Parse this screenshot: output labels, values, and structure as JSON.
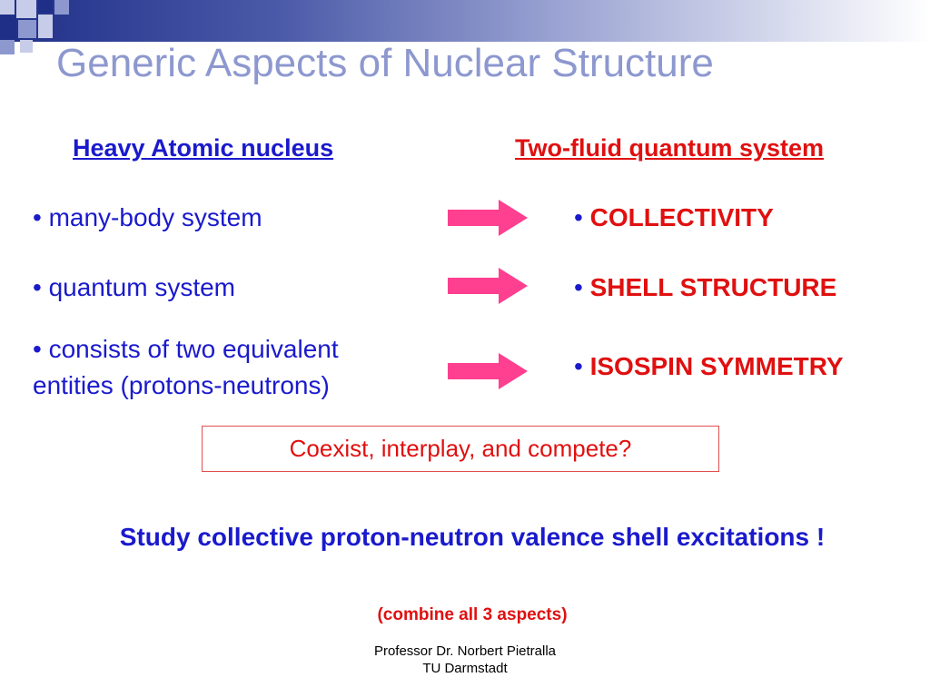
{
  "slide": {
    "title": "Generic Aspects of Nuclear Structure",
    "left_heading": "Heavy Atomic nucleus",
    "right_heading": "Two-fluid quantum system",
    "left_items": [
      "• many-body system",
      "• quantum system",
      "• consists of two equivalent entities (protons-neutrons)"
    ],
    "right_items": [
      {
        "bullet": "• ",
        "text": "COLLECTIVITY"
      },
      {
        "bullet": "• ",
        "text": "SHELL STRUCTURE"
      },
      {
        "bullet": "• ",
        "text": "ISOSPIN SYMMETRY"
      }
    ],
    "coexist": "Coexist, interplay, and compete?",
    "study": "Study collective proton-neutron valence shell excitations !",
    "combine": "(combine all 3 aspects)",
    "footer_line1": "Professor Dr. Norbert Pietralla",
    "footer_line2": "TU Darmstadt"
  },
  "colors": {
    "title": "#8d98cf",
    "heading_left": "#1a1acc",
    "heading_right": "#e01010",
    "arrow": "#ff3f8f",
    "bar": "#1f2f88"
  },
  "icons": [
    "right-arrow-icon"
  ]
}
